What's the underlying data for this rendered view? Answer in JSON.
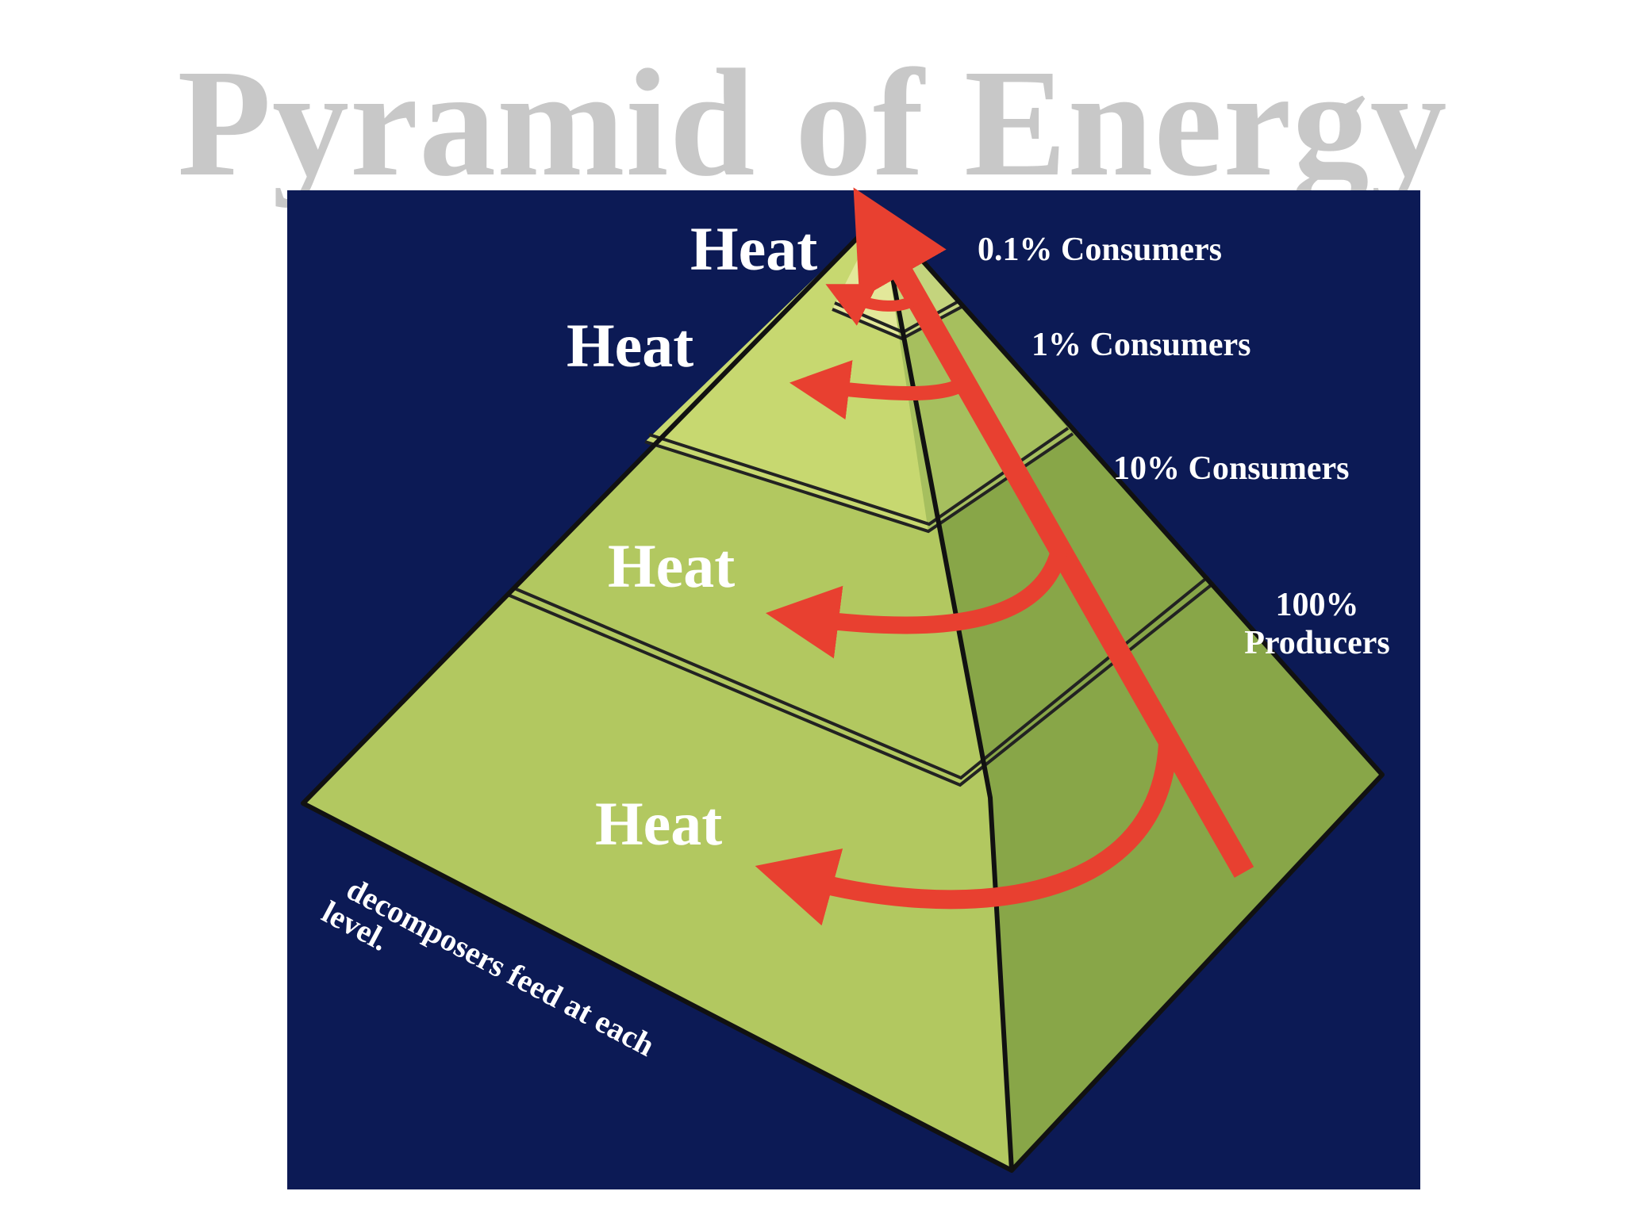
{
  "title": "Pyramid of Energy",
  "colors": {
    "background": "#0c1a55",
    "arrow": "#e84030",
    "title": "#c8c8c8"
  },
  "diagram": {
    "heat_labels": [
      "Heat",
      "Heat",
      "Heat",
      "Heat"
    ],
    "levels": [
      {
        "percent": "0.1%",
        "label": "Consumers",
        "text": "0.1% Consumers"
      },
      {
        "percent": "1%",
        "label": "Consumers",
        "text": "1% Consumers"
      },
      {
        "percent": "10%",
        "label": "Consumers",
        "text": "10% Consumers"
      },
      {
        "percent": "100%",
        "label": "Producers",
        "line1": "100%",
        "line2": "Producers"
      }
    ],
    "note": {
      "line1": "decomposers feed at each",
      "line2": "level."
    }
  }
}
